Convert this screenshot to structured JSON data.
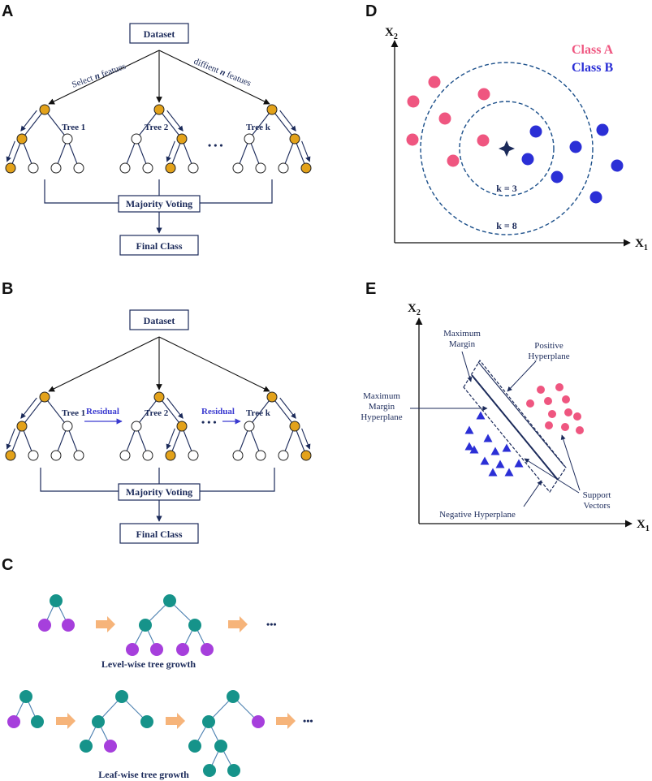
{
  "panels": {
    "A": "A",
    "B": "B",
    "C": "C",
    "D": "D",
    "E": "E"
  },
  "panel_a": {
    "dataset": "Dataset",
    "select_label_pre": "Select ",
    "select_label_n": "n",
    "select_label_post": " featues",
    "diff_label_pre": "diffient ",
    "diff_label_n": "n",
    "diff_label_post": " featues",
    "tree1": "Tree 1",
    "tree2": "Tree 2",
    "treek": "Tree k",
    "ellipsis": "• • •",
    "voting": "Majority Voting",
    "final": "Final Class"
  },
  "panel_b": {
    "dataset": "Dataset",
    "tree1": "Tree 1",
    "tree2": "Tree 2",
    "treek": "Tree k",
    "residual1": "Residual",
    "residual2": "Residual",
    "ellipsis": "• • •",
    "voting": "Majority Voting",
    "final": "Final Class"
  },
  "panel_c": {
    "level_wise": "Level-wise tree growth",
    "leaf_wise": "Leaf-wise tree growth",
    "ellipsis": "•••"
  },
  "panel_d": {
    "x2": "X",
    "x2_sub": "2",
    "x1": "X",
    "x1_sub": "1",
    "class_a": "Class A",
    "class_b": "Class B",
    "k3": "k = 3",
    "k8": "k = 8"
  },
  "panel_e": {
    "x2": "X",
    "x2_sub": "2",
    "x1": "X",
    "x1_sub": "1",
    "max_margin_1": "Maximum",
    "max_margin_2": "Margin",
    "pos_hyper_1": "Positive",
    "pos_hyper_2": "Hyperplane",
    "mmh_1": "Maximum",
    "mmh_2": "Margin",
    "mmh_3": "Hyperplane",
    "support_1": "Support",
    "support_2": "Vectors",
    "neg_hyper": "Negative Hyperplane"
  },
  "colors": {
    "navy": "#1b2a5a",
    "orange_node": "#e3a21a",
    "teal_node": "#16938a",
    "purple_node": "#a63fdc",
    "pink": "#ef5680",
    "blue": "#2b2fd6",
    "arrow_orange": "#f6b47a"
  }
}
